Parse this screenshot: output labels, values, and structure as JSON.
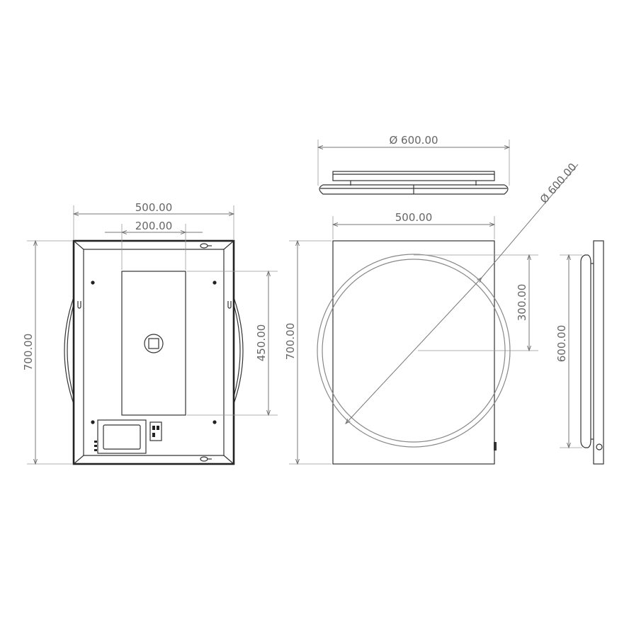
{
  "dimensions": {
    "top_view_diameter": "Ø 600.00",
    "diagonal_diameter": "Ø 600.00",
    "back_width": "500.00",
    "back_inner_width": "200.00",
    "back_height": "700.00",
    "back_inner_height": "450.00",
    "front_width": "500.00",
    "front_height": "700.00",
    "front_half_diameter": "300.00",
    "side_height": "600.00"
  },
  "colors": {
    "line": "#222222",
    "dimension": "#777777",
    "text": "#666666"
  }
}
